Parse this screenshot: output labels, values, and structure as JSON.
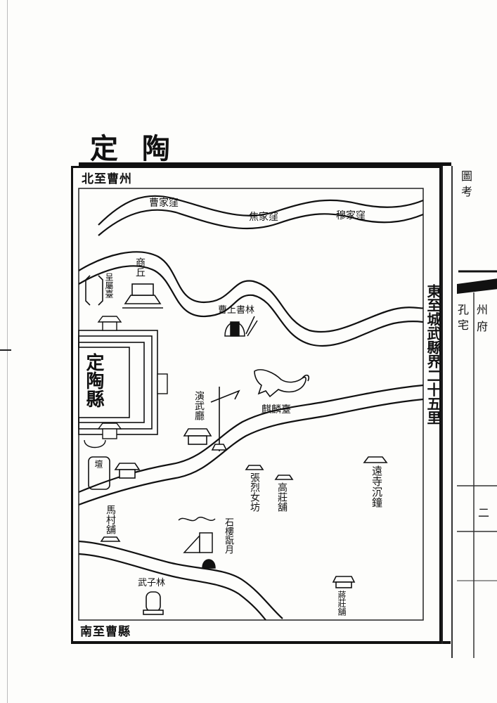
{
  "title": "定陶",
  "north": "北至曹州",
  "south": "南至曹縣",
  "east": "東至城武縣界二十五里",
  "county": "定陶縣",
  "places": {
    "cao_jia_wa": "曹家窪",
    "jiao_jia_wa": "焦家窪",
    "mu_jia_wa": "穆家窪",
    "shang_qiu": "商丘",
    "huang_shu_tai": "呈屬臺",
    "cao_shu_lin": "曹上書林",
    "qi_lin_tai": "麒麟臺",
    "yan_wu_ting": "演武廳",
    "gao_zhuang_pu": "高莊舖",
    "zhang_lie_nv_fang": "張烈女坊",
    "yuan_si_chen_zhong": "遠寺沉鐘",
    "ma_cun_pu": "馬村舖",
    "shi_lou_wan_yue": "石樓翫月",
    "wu_zi_lin": "武子林",
    "jiang_zhuang_pu": "蔣莊舖",
    "altar": "壇"
  },
  "edge_glyphs": [
    "圖",
    "考",
    "孔",
    "宅",
    "州",
    "府",
    "二"
  ],
  "colors": {
    "ink": "#111111",
    "paper": "#fdfdfb"
  }
}
